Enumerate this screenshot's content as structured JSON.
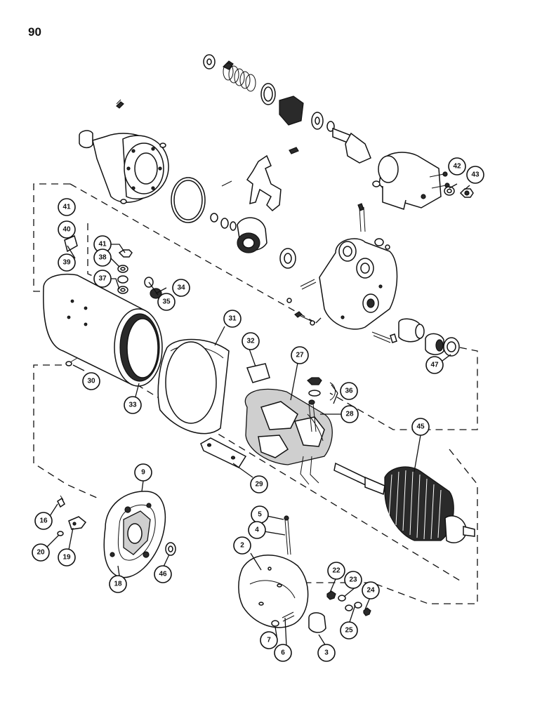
{
  "page_number": "90",
  "callouts": [
    {
      "id": "c41a",
      "text": "41"
    },
    {
      "id": "c40",
      "text": "40"
    },
    {
      "id": "c39",
      "text": "39"
    },
    {
      "id": "c41b",
      "text": "41"
    },
    {
      "id": "c38",
      "text": "38"
    },
    {
      "id": "c37",
      "text": "37"
    },
    {
      "id": "c34",
      "text": "34"
    },
    {
      "id": "c35",
      "text": "35"
    },
    {
      "id": "c42",
      "text": "42"
    },
    {
      "id": "c43",
      "text": "43"
    },
    {
      "id": "c31",
      "text": "31"
    },
    {
      "id": "c32",
      "text": "32"
    },
    {
      "id": "c27",
      "text": "27"
    },
    {
      "id": "c36",
      "text": "36"
    },
    {
      "id": "c28",
      "text": "28"
    },
    {
      "id": "c47",
      "text": "47"
    },
    {
      "id": "c30",
      "text": "30"
    },
    {
      "id": "c33",
      "text": "33"
    },
    {
      "id": "c45",
      "text": "45"
    },
    {
      "id": "c29",
      "text": "29"
    },
    {
      "id": "c9",
      "text": "9"
    },
    {
      "id": "c16",
      "text": "16"
    },
    {
      "id": "c20",
      "text": "20"
    },
    {
      "id": "c19",
      "text": "19"
    },
    {
      "id": "c18",
      "text": "18"
    },
    {
      "id": "c46",
      "text": "46"
    },
    {
      "id": "c5",
      "text": "5"
    },
    {
      "id": "c4",
      "text": "4"
    },
    {
      "id": "c2",
      "text": "2"
    },
    {
      "id": "c22",
      "text": "22"
    },
    {
      "id": "c23",
      "text": "23"
    },
    {
      "id": "c24",
      "text": "24"
    },
    {
      "id": "c25",
      "text": "25"
    },
    {
      "id": "c7",
      "text": "7"
    },
    {
      "id": "c6",
      "text": "6"
    },
    {
      "id": "c3",
      "text": "3"
    }
  ]
}
